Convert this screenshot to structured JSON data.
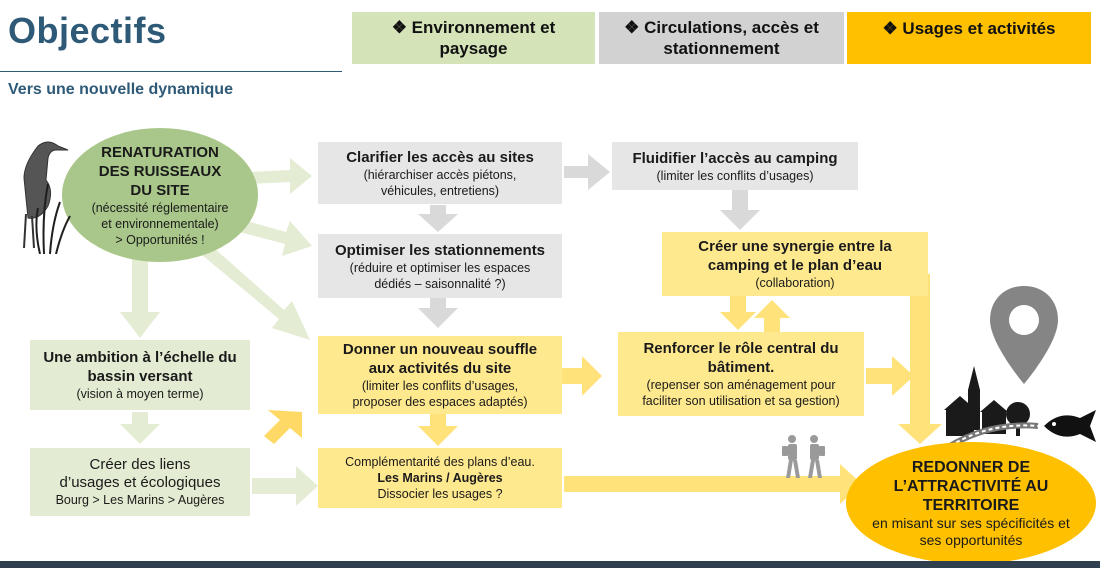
{
  "header": {
    "title": "Objectifs",
    "subtitle": "Vers une nouvelle dynamique"
  },
  "themes": [
    {
      "label": "❖ Environnement et paysage",
      "line1": "❖ Environnement et",
      "line2": "paysage",
      "color": "#d4e3b8"
    },
    {
      "label": "❖ Circulations, accès et stationnement",
      "line1": "❖ Circulations, accès et",
      "line2": "stationnement",
      "color": "#d2d2d2"
    },
    {
      "label": "❖ Usages et activités",
      "line1": "❖ Usages et activités",
      "line2": "",
      "color": "#ffc000"
    }
  ],
  "nodes": {
    "renaturation": {
      "h1": "RENATURATION",
      "h2": "DES RUISSEAUX",
      "h3": "DU SITE",
      "s1": "(nécessité réglementaire",
      "s2": "et environnementale)",
      "s3": "> Opportunités !"
    },
    "clarifier": {
      "h1": "Clarifier les accès au sites",
      "s1": "(hiérarchiser accès piétons,",
      "s2": "véhicules, entretiens)"
    },
    "fluidifier": {
      "h1": "Fluidifier l’accès au camping",
      "s1": "(limiter les conflits d’usages)"
    },
    "optimiser": {
      "h1": "Optimiser les stationnements",
      "s1": "(réduire et optimiser les espaces",
      "s2": "dédiés – saisonnalité ?)"
    },
    "synergie": {
      "h1": "Créer une synergie entre la",
      "h2": "camping et le plan d’eau",
      "s1": "(collaboration)"
    },
    "ambition": {
      "h1": "Une ambition à l’échelle du",
      "h2": "bassin versant",
      "s1": "(vision à moyen terme)"
    },
    "souffle": {
      "h1": "Donner un nouveau souffle",
      "h2": "aux activités du site",
      "s1": "(limiter les conflits d’usages,",
      "s2": "proposer des espaces adaptés)"
    },
    "renforcer": {
      "h1": "Renforcer le rôle central du",
      "h2": "bâtiment.",
      "s1": "(repenser son aménagement pour",
      "s2": "faciliter son utilisation et sa gestion)"
    },
    "liens": {
      "l1": "Créer des liens",
      "l2": "d’usages et écologiques",
      "l3": "Bourg > Les Marins > Augères"
    },
    "complementarite": {
      "l1": "Complémentarité des plans d’eau.",
      "b1": "Les Marins / Augères",
      "l3": "Dissocier les usages ?"
    },
    "redonner": {
      "h1": "REDONNER DE",
      "h2": "L’ATTRACTIVITÉ AU",
      "h3": "TERRITOIRE",
      "s1": "en misant sur ses spécificités et",
      "s2": "ses opportunités"
    }
  },
  "icons": [
    "heron-icon",
    "map-pin-icon",
    "village-icon",
    "fish-icon",
    "hikers-icon"
  ],
  "colors": {
    "brand_blue": "#2e5a78",
    "gray_arrow": "#d9d9d9",
    "yellow_arrow": "#ffe27a",
    "green_arrow": "#e4edd4",
    "green_circle": "#a9c78a",
    "gold": "#ffc000"
  }
}
